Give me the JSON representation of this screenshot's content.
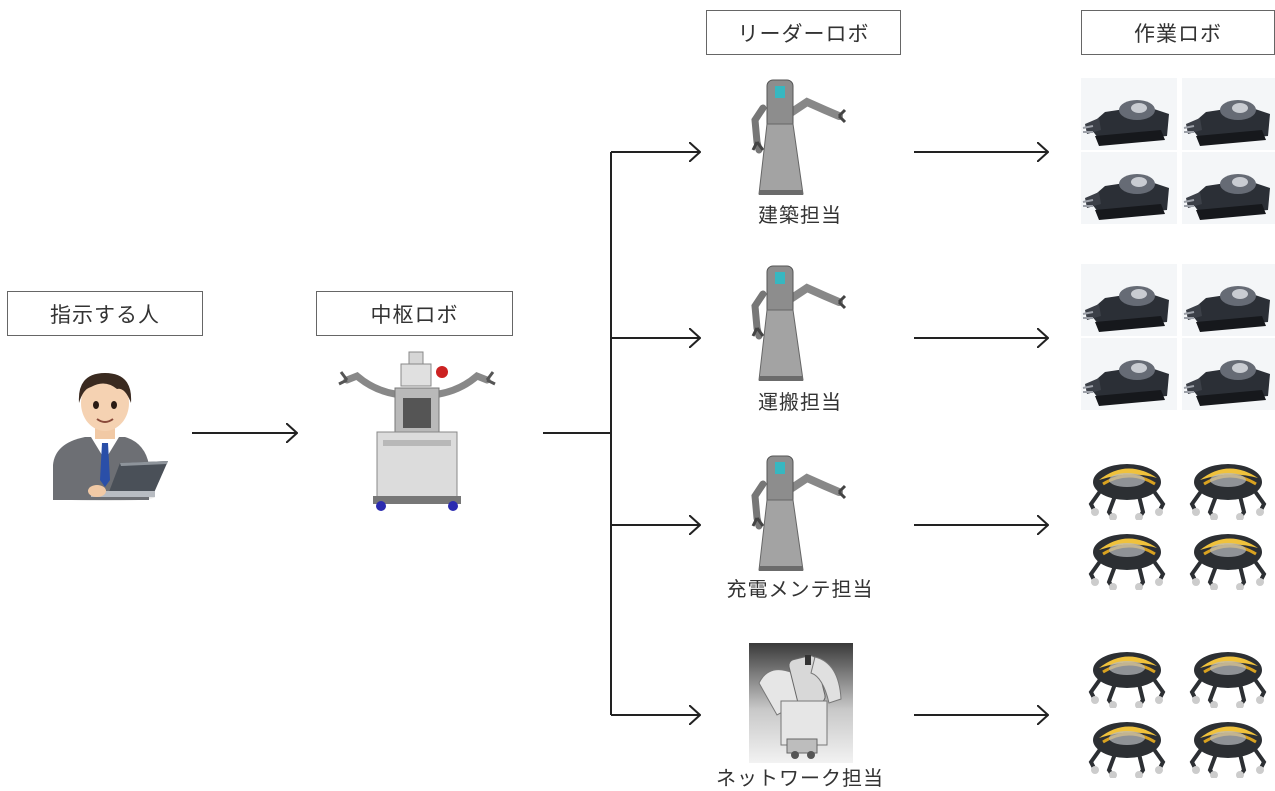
{
  "labels": {
    "instructor": "指示する人",
    "central_robot": "中枢ロボ",
    "leader_robot": "リーダーロボ",
    "worker_robot": "作業ロボ"
  },
  "leaders": [
    {
      "caption": "建築担当",
      "icon": "leader-robot-arm-icon"
    },
    {
      "caption": "運搬担当",
      "icon": "leader-robot-arm-icon"
    },
    {
      "caption": "充電メンテ担当",
      "icon": "leader-robot-arm-icon"
    },
    {
      "caption": "ネットワーク担当",
      "icon": "network-robot-icon"
    }
  ],
  "workers": [
    {
      "type": "tracked-robot-icon",
      "count": 4
    },
    {
      "type": "tracked-robot-icon",
      "count": 4
    },
    {
      "type": "beetle-robot-icon",
      "count": 4
    },
    {
      "type": "beetle-robot-icon",
      "count": 4
    }
  ]
}
